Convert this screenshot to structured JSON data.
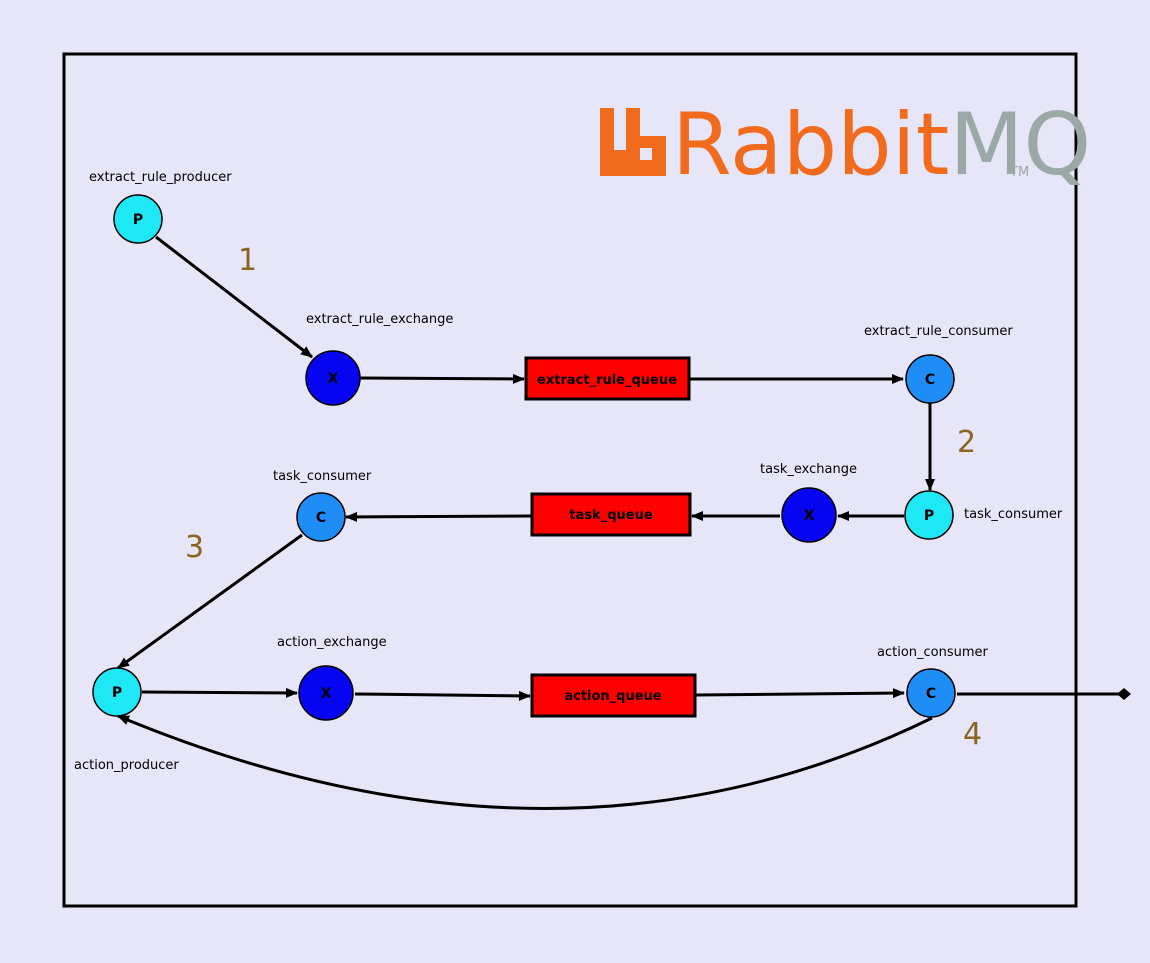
{
  "logo": {
    "name_part1": "Rabbit",
    "name_part2": "MQ",
    "trademark": "TM",
    "color_orange": "#f26b1d",
    "color_gray": "#9aa9a6"
  },
  "colors": {
    "background": "#e6e6f8",
    "producer": "#1ee8f6",
    "consumer": "#1e8ef6",
    "exchange": "#0505f2",
    "queue": "#ff0000",
    "step_number": "#8a6420"
  },
  "nodes": {
    "extract_rule_producer": {
      "letter": "P",
      "label": "extract_rule_producer"
    },
    "extract_rule_exchange": {
      "letter": "X",
      "label": "extract_rule_exchange"
    },
    "extract_rule_queue": {
      "label": "extract_rule_queue"
    },
    "extract_rule_consumer": {
      "letter": "C",
      "label": "extract_rule_consumer"
    },
    "task_producer": {
      "letter": "P",
      "label": "task_consumer"
    },
    "task_exchange": {
      "letter": "X",
      "label": "task_exchange"
    },
    "task_queue": {
      "label": "task_queue"
    },
    "task_consumer": {
      "letter": "C",
      "label": "task_consumer"
    },
    "action_producer": {
      "letter": "P",
      "label": "action_producer"
    },
    "action_exchange": {
      "letter": "X",
      "label": "action_exchange"
    },
    "action_queue": {
      "label": "action_queue"
    },
    "action_consumer": {
      "letter": "C",
      "label": "action_consumer"
    }
  },
  "steps": [
    "1",
    "2",
    "3",
    "4"
  ]
}
